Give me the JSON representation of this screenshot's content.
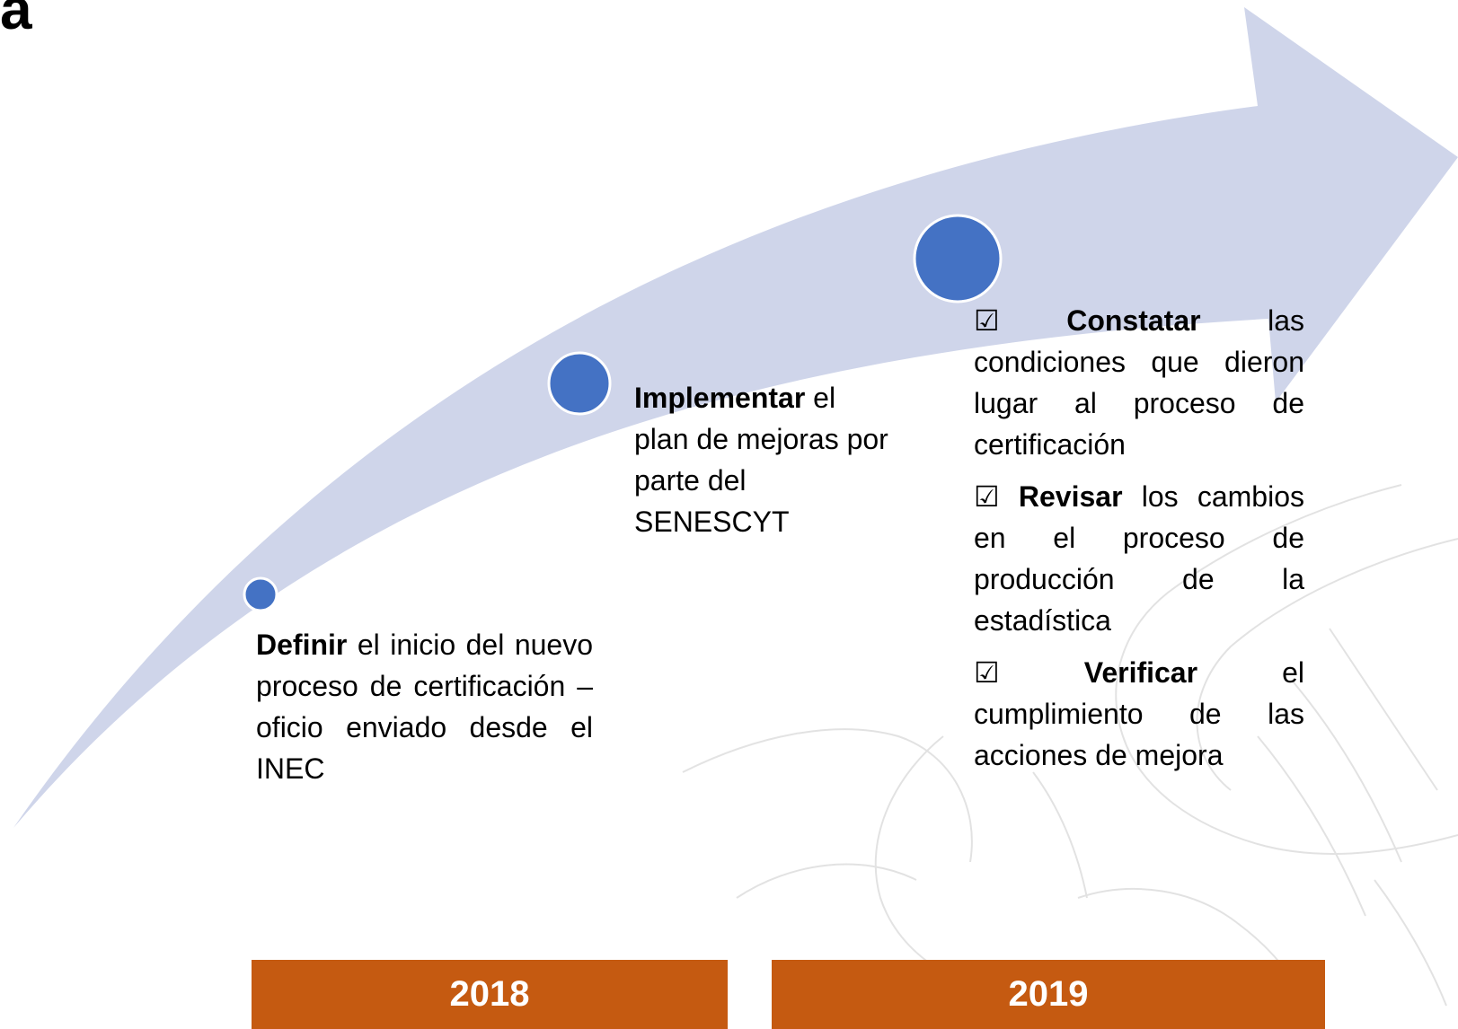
{
  "corner_letter": "a",
  "colors": {
    "arrow": "#cfd5ea",
    "node": "#4472c4",
    "year_bar": "#c55a11",
    "year_text": "#ffffff",
    "watermark": "#d9d9d9"
  },
  "steps": [
    {
      "bold": "Definir",
      "rest": " el inicio del nuevo proceso de certificación – oficio enviado desde el INEC"
    },
    {
      "bold": "Implementar",
      "rest": " el plan de mejoras por parte del SENESCYT"
    }
  ],
  "checklist": {
    "check_symbol": "☑",
    "items": [
      {
        "bold": "Constatar",
        "rest": " las condiciones que dieron lugar al proceso de certificación"
      },
      {
        "bold": "Revisar",
        "rest": " los cambios en el proceso de producción de la estadística"
      },
      {
        "bold": "Verificar",
        "rest": " el cumplimiento de las acciones de mejora"
      }
    ]
  },
  "years": [
    "2018",
    "2019"
  ]
}
